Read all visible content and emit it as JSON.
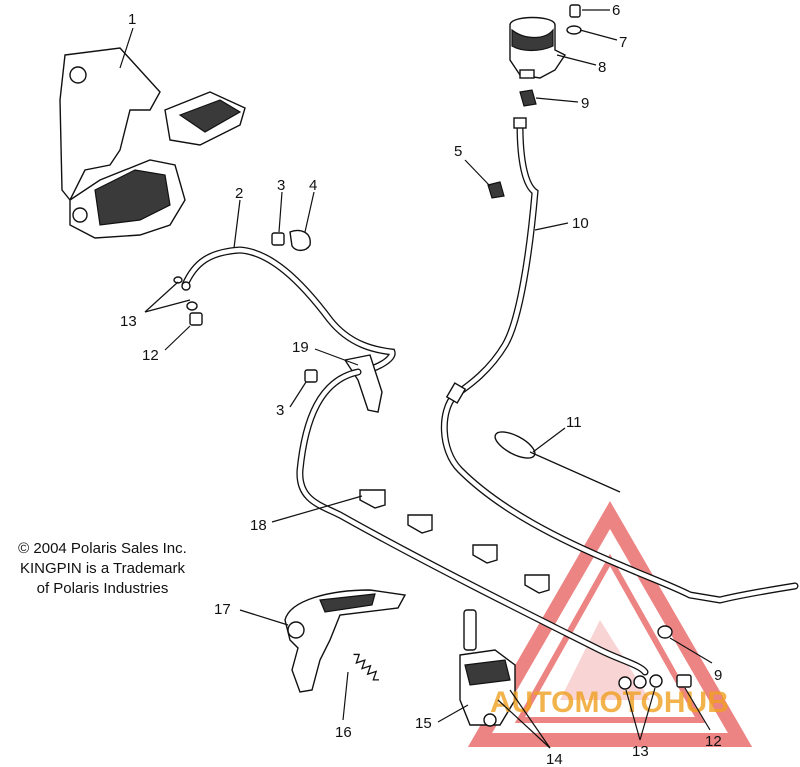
{
  "callouts": {
    "c1": "1",
    "c2": "2",
    "c3a": "3",
    "c3b": "3",
    "c4": "4",
    "c5": "5",
    "c6": "6",
    "c7": "7",
    "c8": "8",
    "c9a": "9",
    "c9b": "9",
    "c10": "10",
    "c11": "11",
    "c12a": "12",
    "c12b": "12",
    "c13a": "13",
    "c13b": "13",
    "c14": "14",
    "c15": "15",
    "c16": "16",
    "c17": "17",
    "c18": "18",
    "c19": "19"
  },
  "copyright": {
    "line1": "© 2004 Polaris Sales Inc.",
    "line2": "KINGPIN is a Trademark",
    "line3": "of Polaris Industries"
  },
  "watermark": {
    "brand_text": "AUTOMOTOHUB",
    "color_red": "#e02020",
    "color_orange": "#f0a020",
    "color_dark": "#333333"
  }
}
